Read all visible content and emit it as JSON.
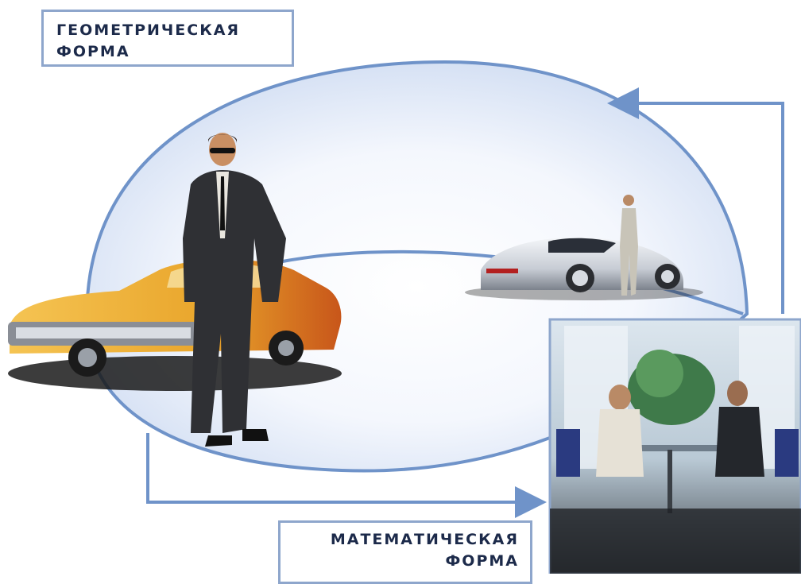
{
  "labels": {
    "geometric_form": [
      "ГЕОМЕТРИЧЕСКАЯ",
      "ФОРМА"
    ],
    "mathematical_form": [
      "МАТЕМАТИЧЕСКАЯ",
      "ФОРМА"
    ]
  },
  "colors": {
    "accent_line": "#6f93c9",
    "box_border": "#8ea6cc",
    "label_text": "#1c2a4a",
    "dome_fill": "#dfe8f8",
    "car_yellow": "#f0b43a",
    "car_silver": "#c9ced6",
    "suit_dark": "#2a2a2e"
  },
  "icons": {
    "arrow_to_top": "arrow-right-to-left-icon",
    "arrow_to_office": "arrow-right-icon"
  }
}
